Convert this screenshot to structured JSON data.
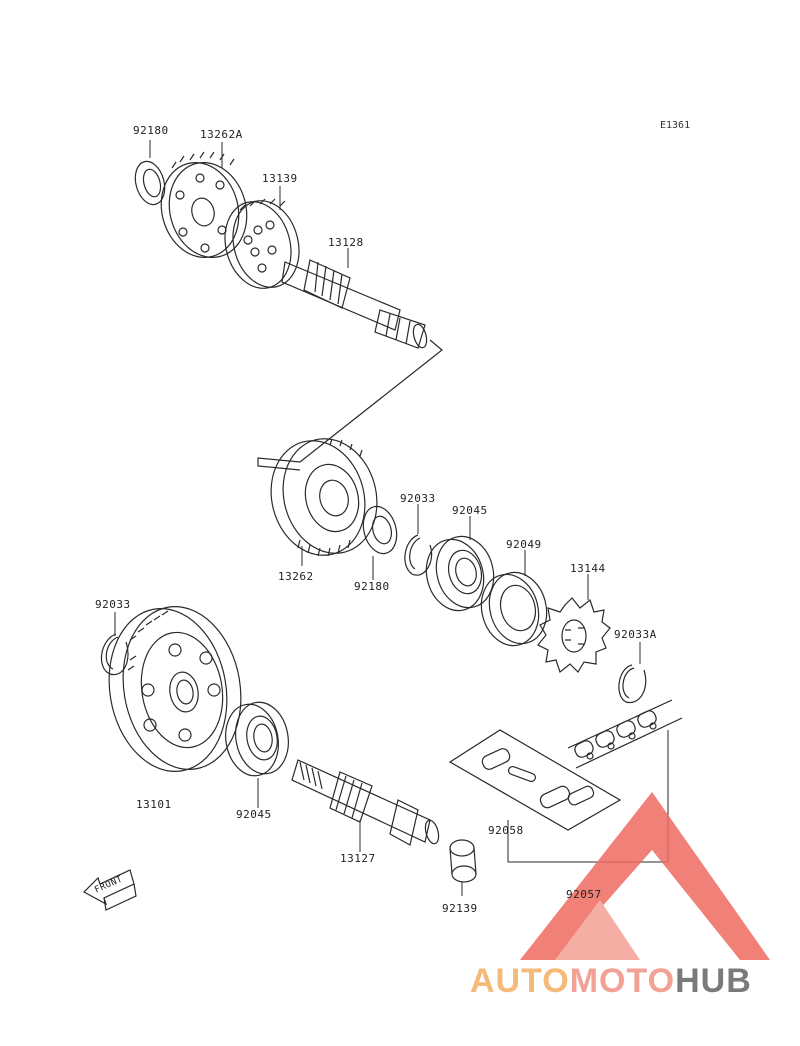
{
  "diagram_code": "E1361",
  "front_label": "FRONT",
  "watermark": {
    "part1": "AUTO",
    "part2": "MOTO",
    "part3": "HUB"
  },
  "part_labels": {
    "p92180_top": "92180",
    "p13262A": "13262A",
    "p13139": "13139",
    "p13128": "13128",
    "p92033_mid": "92033",
    "p92045_mid": "92045",
    "p92049": "92049",
    "p13144": "13144",
    "p92033A": "92033A",
    "p13262": "13262",
    "p92180_mid": "92180",
    "p92033_left": "92033",
    "p13101": "13101",
    "p92045_low": "92045",
    "p13127": "13127",
    "p92058": "92058",
    "p92139": "92139",
    "p92057": "92057"
  },
  "colors": {
    "line": "#2a2a2a",
    "watermark_red": "#ef6a60",
    "watermark_orange": "#f5b97a",
    "watermark_gray": "#7a7a7a"
  }
}
